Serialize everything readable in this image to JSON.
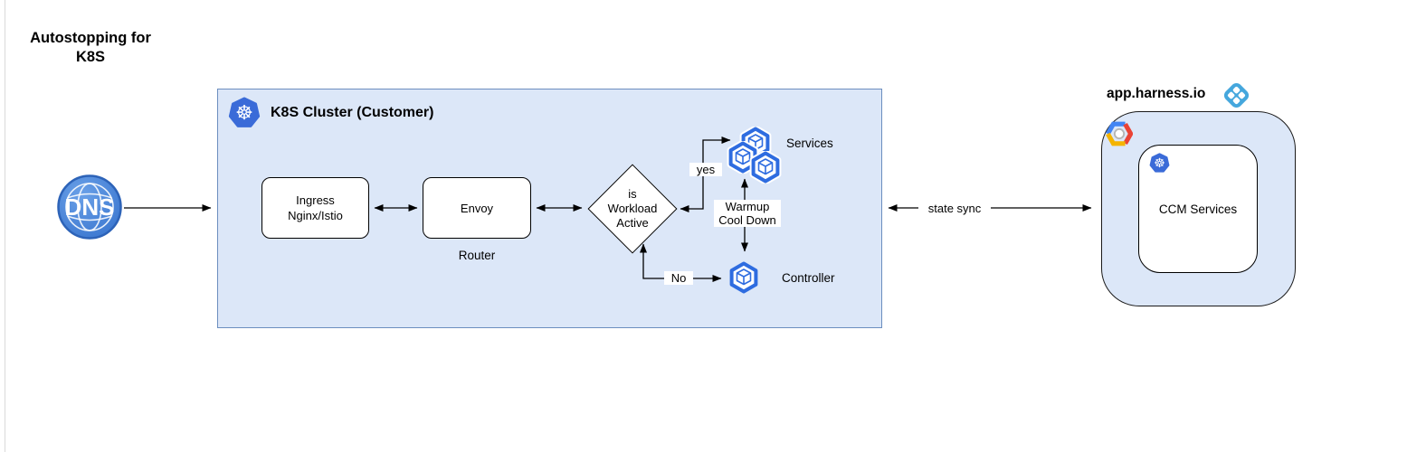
{
  "page": {
    "title_lines": [
      "Autostopping for",
      "K8S"
    ]
  },
  "dns": {
    "label": "DNS"
  },
  "cluster": {
    "title": "K8S Cluster (Customer)",
    "ingress_lines": [
      "Ingress",
      "Nginx/Istio"
    ],
    "envoy_label": "Envoy",
    "router_caption": "Router",
    "decision_lines": [
      "is",
      "Workload",
      "Active"
    ],
    "services_label": "Services",
    "controller_label": "Controller",
    "yes_label": "yes",
    "no_label": "No",
    "warmup_lines": [
      "Warmup",
      "Cool Down"
    ]
  },
  "harness": {
    "domain": "app.harness.io",
    "ccm_label": "CCM Services"
  },
  "state_sync_label": "state sync",
  "icons": {
    "kubernetes_wheel_glyph": "☸"
  },
  "colors": {
    "cluster_fill": "#dce7f8",
    "cluster_stroke": "#6c8ebf",
    "pod_blue": "#2e6ce0",
    "k8s_blue": "#3a6bd8",
    "harness_blue": "#45a7dd",
    "dns_fill": "#4280d8",
    "dns_fill_light": "#6ba1e8",
    "dns_stroke": "#2d63b8",
    "gcp_blue": "#4285f4",
    "gcp_red": "#ea4335",
    "gcp_yellow": "#f4b400",
    "edge_color": "#000000"
  }
}
